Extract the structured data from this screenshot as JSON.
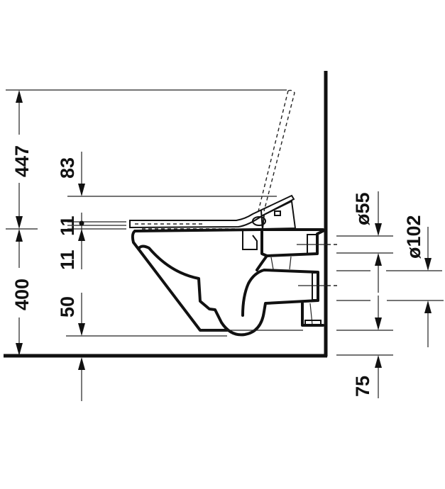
{
  "drawing": {
    "title": "Wall-mounted toilet side elevation with dimensions",
    "units": "mm",
    "colors": {
      "line": "#111111",
      "background": "#ffffff"
    },
    "dimensions": {
      "seat_lid_open_height": "447",
      "seat_to_rim_top": "83",
      "seat_thickness_upper": "11",
      "seat_thickness_lower": "11",
      "rim_height_from_floor": "400",
      "bowl_bottom_clearance": "50",
      "outlet_offset_from_floor": "75",
      "inlet_diameter": "ø55",
      "outlet_diameter": "ø102"
    }
  }
}
